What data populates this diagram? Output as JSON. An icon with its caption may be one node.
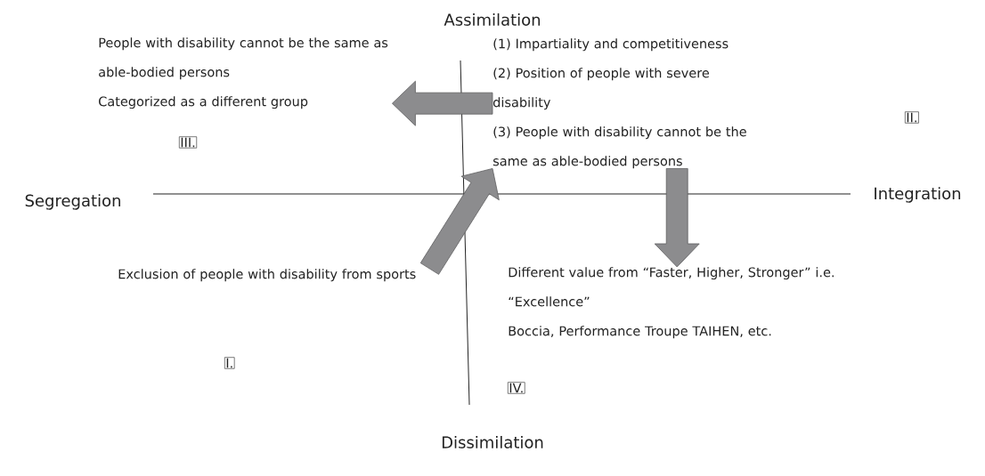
{
  "diagram": {
    "nodes": [
      {
        "text": [
          "People with disability cannot be the same as able-bodied persons",
          "Categorized as a different group"
        ]
      },
      {
        "text": [
          "(1) Impartiality and competitiveness",
          "(2) Position of people with severe disability",
          "(3) People with disability cannot be the same as able-bodied persons"
        ]
      },
      {
        "text": [
          "Exclusion of people with disability from sports"
        ]
      },
      {
        "text": [
          "Different value from “Faster, Higher, Stronger” i.e. “Excellence”",
          "Boccia, Performance Troupe TAIHEN, etc."
        ]
      }
    ],
    "edges": [
      {
        "from": 1,
        "to": 0,
        "arrow": "to"
      },
      {
        "from": 2,
        "to": 1,
        "arrow": "to"
      },
      {
        "from": 1,
        "to": 3,
        "arrow": "to"
      }
    ],
    "labels": [
      "Assimilation",
      "III.",
      "II.",
      "Segregation",
      "Integration",
      "I.",
      "IV.",
      "Dissimilation"
    ]
  }
}
